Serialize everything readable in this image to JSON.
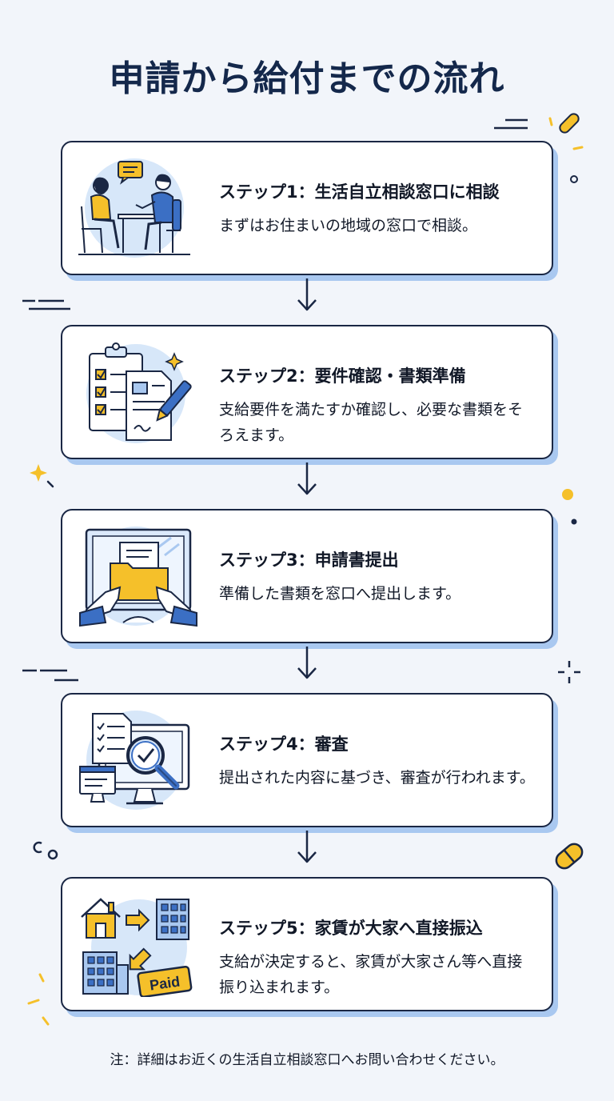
{
  "title": "申請から給付までの流れ",
  "steps": [
    {
      "title": "ステップ1：生活自立相談窓口に相談",
      "desc": "まずはお住まいの地域の窓口で相談。",
      "icon": "consultation-icon"
    },
    {
      "title": "ステップ2：要件確認・書類準備",
      "desc": "支給要件を満たすか確認し、必要な書類をそろえます。",
      "icon": "checklist-documents-icon"
    },
    {
      "title": "ステップ3：申請書提出",
      "desc": "準備した書類を窓口へ提出します。",
      "icon": "submit-folder-icon"
    },
    {
      "title": "ステップ4：審査",
      "desc": "提出された内容に基づき、審査が行われます。",
      "icon": "review-magnifier-icon"
    },
    {
      "title": "ステップ5：家賃が大家へ直接振込",
      "desc": "支給が決定すると、家賃が大家さん等へ直接振り込まれます。",
      "icon": "rent-transfer-icon",
      "badge": "Paid"
    }
  ],
  "note": "注：詳細はお近くの生活自立相談窓口へお問い合わせください。",
  "colors": {
    "navy": "#1a2744",
    "accent_blue": "#a9c8f0",
    "yellow": "#f5c02a",
    "background": "#f2f5fa"
  }
}
